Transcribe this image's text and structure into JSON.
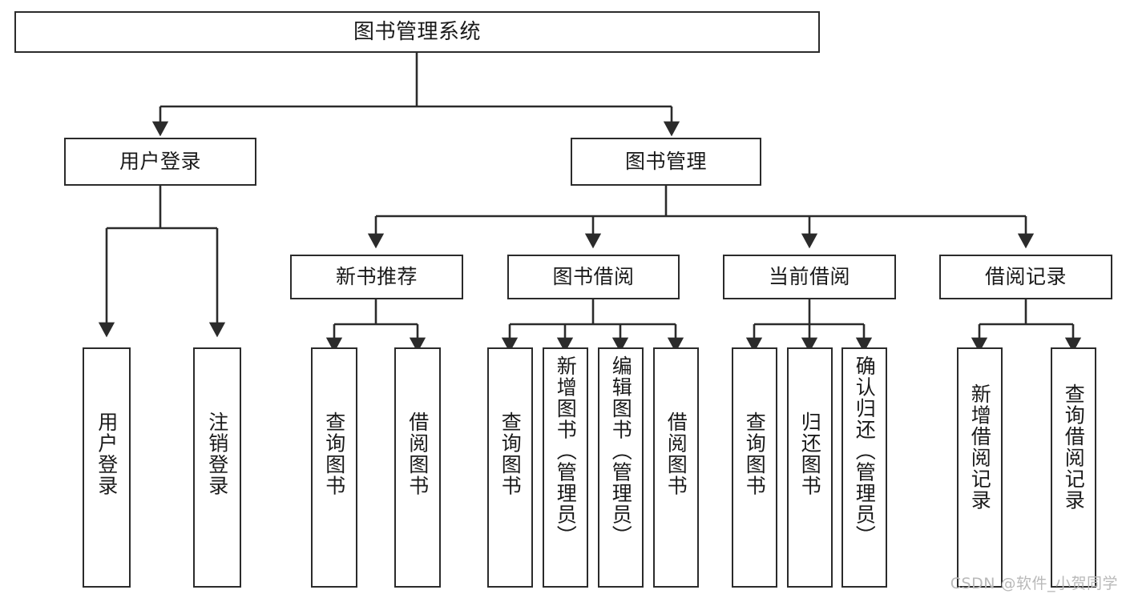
{
  "diagram": {
    "title": "图书管理系统",
    "type": "tree-hierarchy",
    "watermark": "CSDN @软件_小贺同学",
    "colors": {
      "stroke": "#2b2b2b",
      "fill": "#ffffff",
      "text": "#1a1a1a",
      "watermark": "#b9b9b9"
    },
    "nodes": {
      "root": {
        "label": "图书管理系统"
      },
      "level2": [
        {
          "id": "user-login",
          "label": "用户登录"
        },
        {
          "id": "book-manage",
          "label": "图书管理"
        }
      ],
      "level3": [
        {
          "id": "new-book-recommend",
          "label": "新书推荐"
        },
        {
          "id": "book-borrow",
          "label": "图书借阅"
        },
        {
          "id": "current-borrow",
          "label": "当前借阅"
        },
        {
          "id": "borrow-record",
          "label": "借阅记录"
        }
      ],
      "leaves": {
        "user_login": [
          {
            "id": "leaf-user-login",
            "label": "用户登录"
          },
          {
            "id": "leaf-logout",
            "label": "注销登录"
          }
        ],
        "new_book_recommend": [
          {
            "id": "leaf-query-book-1",
            "label": "查询图书"
          },
          {
            "id": "leaf-borrow-book-1",
            "label": "借阅图书"
          }
        ],
        "book_borrow": [
          {
            "id": "leaf-query-book-2",
            "label": "查询图书"
          },
          {
            "id": "leaf-add-book",
            "label": "新增图书（管理员）"
          },
          {
            "id": "leaf-edit-book",
            "label": "编辑图书（管理员）"
          },
          {
            "id": "leaf-borrow-book-2",
            "label": "借阅图书"
          }
        ],
        "current_borrow": [
          {
            "id": "leaf-query-book-3",
            "label": "查询图书"
          },
          {
            "id": "leaf-return-book",
            "label": "归还图书"
          },
          {
            "id": "leaf-confirm-return",
            "label": "确认归还（管理员）"
          }
        ],
        "borrow_record": [
          {
            "id": "leaf-add-record",
            "label": "新增借阅记录"
          },
          {
            "id": "leaf-query-record",
            "label": "查询借阅记录"
          }
        ]
      }
    }
  }
}
